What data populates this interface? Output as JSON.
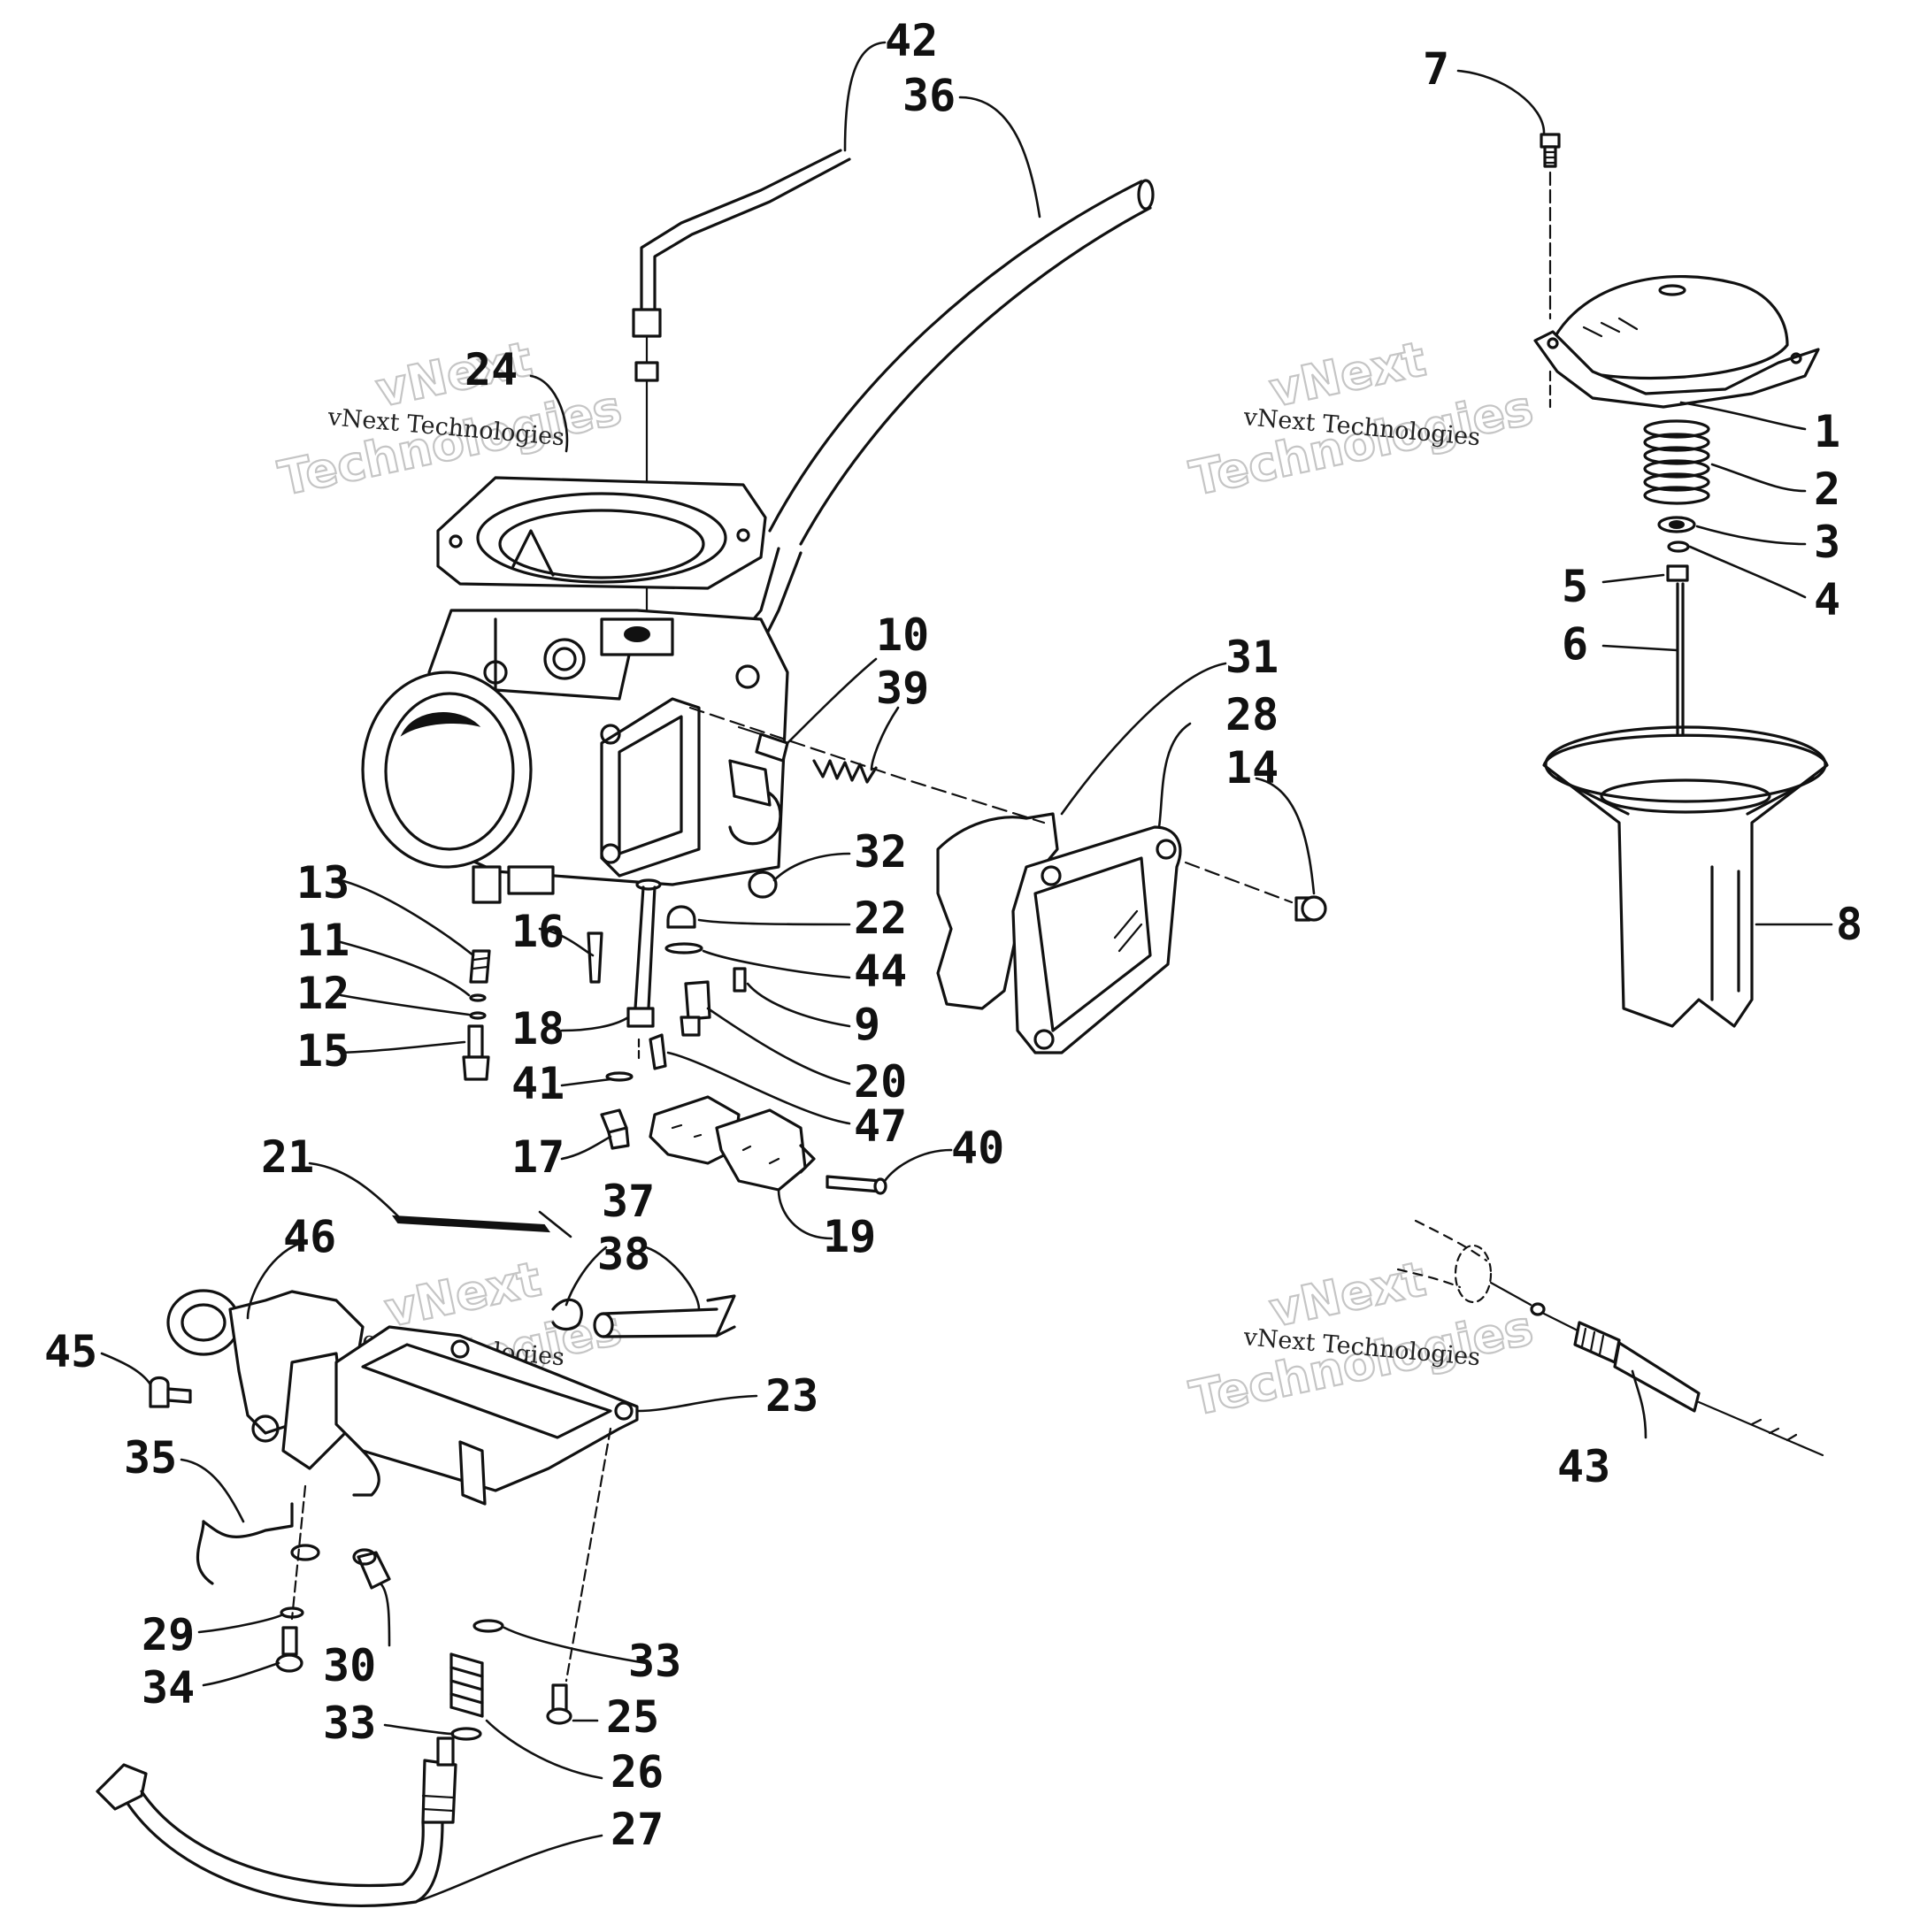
{
  "diagram": {
    "callouts": [
      "42",
      "36",
      "7",
      "24",
      "1",
      "2",
      "3",
      "4",
      "5",
      "6",
      "10",
      "39",
      "31",
      "28",
      "14",
      "32",
      "8",
      "13",
      "22",
      "16",
      "11",
      "44",
      "12",
      "9",
      "18",
      "15",
      "20",
      "41",
      "47",
      "40",
      "17",
      "21",
      "37",
      "46",
      "38",
      "45",
      "23",
      "19",
      "35",
      "43",
      "29",
      "30",
      "33",
      "34",
      "25",
      "26",
      "27"
    ],
    "callout_labels": {
      "c42": "42",
      "c36": "36",
      "c7": "7",
      "c24": "24",
      "c1": "1",
      "c2": "2",
      "c3": "3",
      "c4": "4",
      "c5": "5",
      "c6": "6",
      "c10": "10",
      "c39": "39",
      "c31": "31",
      "c28": "28",
      "c14": "14",
      "c32": "32",
      "c8": "8",
      "c13": "13",
      "c22": "22",
      "c16": "16",
      "c11": "11",
      "c44": "44",
      "c12": "12",
      "c9": "9",
      "c18": "18",
      "c15": "15",
      "c20": "20",
      "c41": "41",
      "c47": "47",
      "c40": "40",
      "c17": "17",
      "c21": "21",
      "c37": "37",
      "c46": "46",
      "c38": "38",
      "c45": "45",
      "c23": "23",
      "c19": "19",
      "c35": "35",
      "c43": "43",
      "c29": "29",
      "c30": "30",
      "c33a": "33",
      "c34": "34",
      "c25": "25",
      "c33b": "33",
      "c26": "26",
      "c27": "27"
    },
    "watermark": {
      "small": "vNext Technologies",
      "big_line1": "vNext",
      "big_line2": "Technologies"
    }
  }
}
